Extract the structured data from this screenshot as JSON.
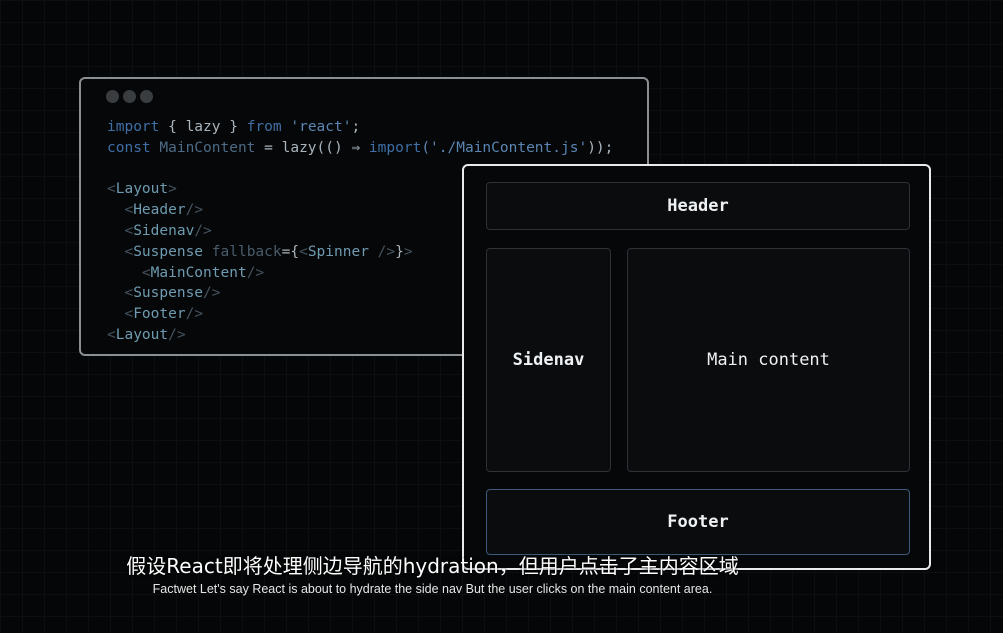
{
  "code_lines": [
    [
      {
        "t": "import",
        "c": "#3f6fa6"
      },
      {
        "t": " { lazy } ",
        "c": "#a9b4bc"
      },
      {
        "t": "from",
        "c": "#3f6fa6"
      },
      {
        "t": " 'react'",
        "c": "#5a86b2"
      },
      {
        "t": ";",
        "c": "#a9b4bc"
      }
    ],
    [
      {
        "t": "const",
        "c": "#3f6fa6"
      },
      {
        "t": " MainContent",
        "c": "#4d6b86"
      },
      {
        "t": " = lazy(() ⇒ ",
        "c": "#a9b4bc"
      },
      {
        "t": "import",
        "c": "#3f6fa6"
      },
      {
        "t": "('./MainContent.js'",
        "c": "#5a86b2"
      },
      {
        "t": "));",
        "c": "#a9b4bc"
      }
    ],
    [
      {
        "t": " ",
        "c": "#a9b4bc"
      }
    ],
    [
      {
        "t": "<",
        "c": "#46535e"
      },
      {
        "t": "Layout",
        "c": "#6f9bb2"
      },
      {
        "t": ">",
        "c": "#46535e"
      }
    ],
    [
      {
        "t": "  <",
        "c": "#46535e"
      },
      {
        "t": "Header",
        "c": "#6f9bb2"
      },
      {
        "t": "/>",
        "c": "#46535e"
      }
    ],
    [
      {
        "t": "  <",
        "c": "#46535e"
      },
      {
        "t": "Sidenav",
        "c": "#6f9bb2"
      },
      {
        "t": "/>",
        "c": "#46535e"
      }
    ],
    [
      {
        "t": "  <",
        "c": "#46535e"
      },
      {
        "t": "Suspense",
        "c": "#6f9bb2"
      },
      {
        "t": " fallback",
        "c": "#4a5c6b"
      },
      {
        "t": "={",
        "c": "#a9b4bc"
      },
      {
        "t": "<",
        "c": "#46535e"
      },
      {
        "t": "Spinner",
        "c": "#6f9bb2"
      },
      {
        "t": " />",
        "c": "#46535e"
      },
      {
        "t": "}",
        "c": "#a9b4bc"
      },
      {
        "t": ">",
        "c": "#46535e"
      }
    ],
    [
      {
        "t": "    <",
        "c": "#46535e"
      },
      {
        "t": "MainContent",
        "c": "#6f9bb2"
      },
      {
        "t": "/>",
        "c": "#46535e"
      }
    ],
    [
      {
        "t": "  <",
        "c": "#46535e"
      },
      {
        "t": "Suspense",
        "c": "#6f9bb2"
      },
      {
        "t": "/>",
        "c": "#46535e"
      }
    ],
    [
      {
        "t": "  <",
        "c": "#46535e"
      },
      {
        "t": "Footer",
        "c": "#6f9bb2"
      },
      {
        "t": "/>",
        "c": "#46535e"
      }
    ],
    [
      {
        "t": "<",
        "c": "#46535e"
      },
      {
        "t": "Layout",
        "c": "#6f9bb2"
      },
      {
        "t": "/>",
        "c": "#46535e"
      }
    ]
  ],
  "layout": {
    "header": "Header",
    "sidenav": "Sidenav",
    "main": "Main content",
    "footer": "Footer"
  },
  "subtitle": {
    "zh": "假设React即将处理侧边导航的hydration，但用户点击了主内容区域",
    "en": "Factwet Let's say React is about to hydrate the side nav But the user clicks on the main content area."
  }
}
